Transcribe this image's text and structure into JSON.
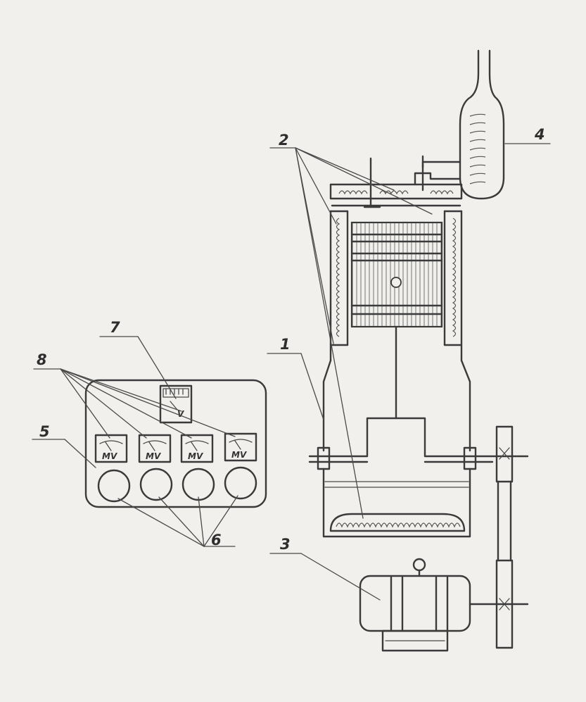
{
  "labels": {
    "engine": "1",
    "heaters": "2",
    "motor": "3",
    "vessel": "4",
    "panel": "5",
    "knobs": "6",
    "voltmeter": "7",
    "millivoltmeters": "8"
  },
  "instruments": {
    "voltmeter_unit": "V",
    "millivoltmeter_unit": "MV"
  },
  "icons": {
    "heater": "heating-coil-icon",
    "meter": "gauge-icon",
    "knob": "knob-icon"
  },
  "colors": {
    "paper": "#f1f0ec",
    "ink": "#3a3a3a"
  }
}
